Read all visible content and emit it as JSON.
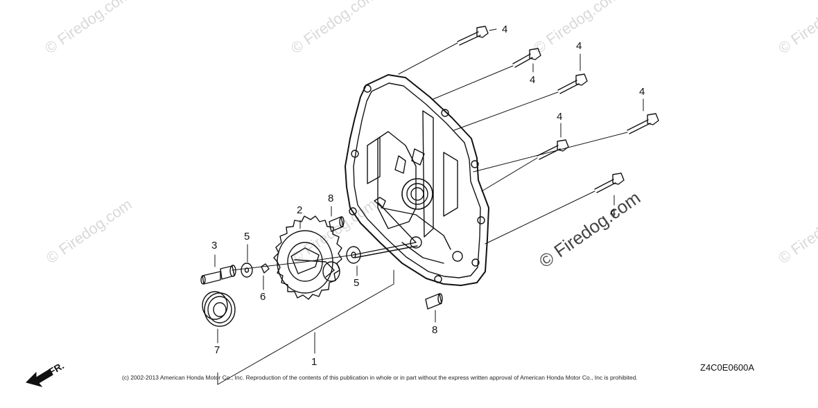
{
  "watermarks": {
    "text": "© Firedog.com",
    "text_center": "© Firedog.com"
  },
  "callouts": {
    "part1": "1",
    "part2": "2",
    "part3": "3",
    "part4": "4",
    "part5": "5",
    "part6": "6",
    "part7": "7",
    "part8": "8"
  },
  "footer": {
    "copyright": "(c) 2002-2013 American Honda Motor Co., Inc. Reproduction of the contents of this publication in whole or in part without the express written approval of American Honda Motor Co., Inc is prohibited.",
    "drawing_code": "Z4C0E0600A",
    "direction_label": "FR."
  }
}
